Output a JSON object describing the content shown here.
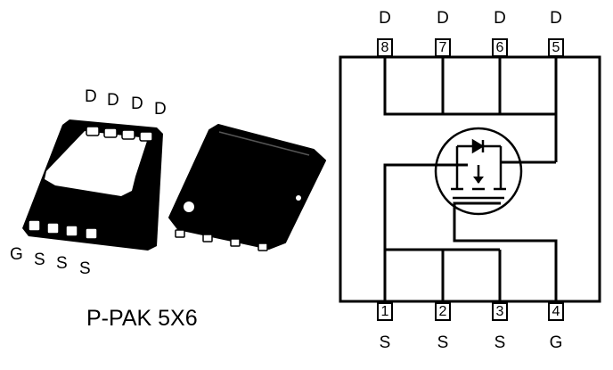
{
  "package": {
    "caption": "P-PAK 5X6",
    "top_pin_labels": [
      "D",
      "D",
      "D",
      "D"
    ],
    "bottom_pin_labels": [
      "G",
      "S",
      "S",
      "S"
    ]
  },
  "schematic": {
    "top_pins": [
      {
        "number": "8",
        "label": "D"
      },
      {
        "number": "7",
        "label": "D"
      },
      {
        "number": "6",
        "label": "D"
      },
      {
        "number": "5",
        "label": "D"
      }
    ],
    "bottom_pins": [
      {
        "number": "1",
        "label": "S"
      },
      {
        "number": "2",
        "label": "S"
      },
      {
        "number": "3",
        "label": "S"
      },
      {
        "number": "4",
        "label": "G"
      }
    ]
  }
}
